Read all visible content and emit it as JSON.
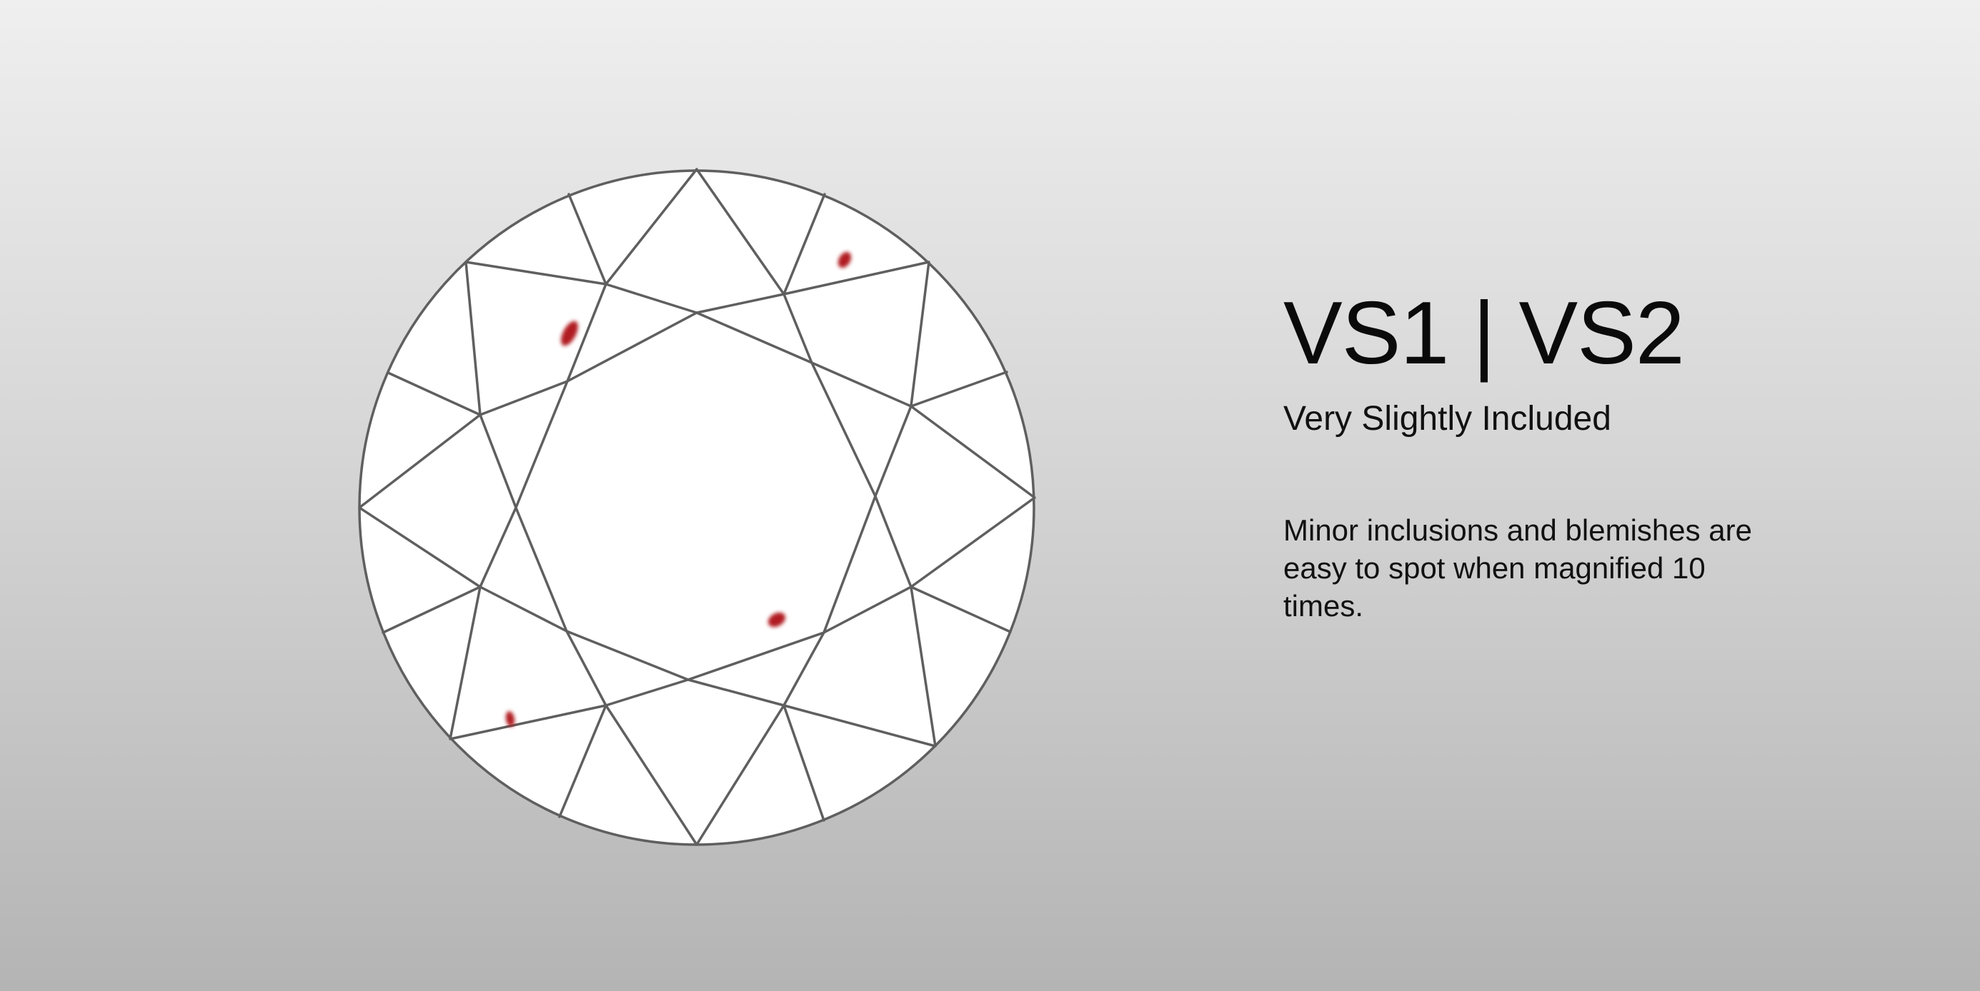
{
  "clarity": {
    "grade": "VS1 | VS2",
    "name": "Very Slightly Included",
    "description": "Minor inclusions and blemishes are easy to spot when magnified 10 times."
  },
  "diamond": {
    "outline_color": "#5f5f5f",
    "fill_color": "#ffffff",
    "inclusion_color": "#b01e22"
  }
}
